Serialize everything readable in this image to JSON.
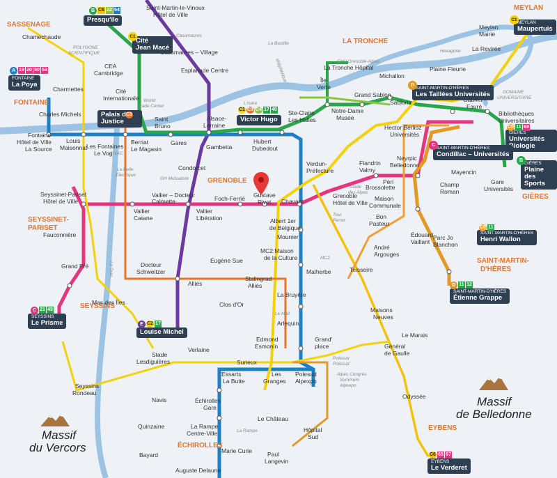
{
  "colors": {
    "A": "#1d7fc4",
    "B": "#2aa64a",
    "C": "#e5357f",
    "D": "#e39a25",
    "E": "#6b3aa0",
    "C1": "#f5d10a",
    "C3": "#e8752a",
    "C4": "#8cc63f",
    "C5": "#f0a030",
    "C6": "#f4c20d",
    "water": "#9cc3e3",
    "land": "#eef1f6",
    "tagbg": "#2f3f52"
  },
  "communes": [
    {
      "id": "sassenage",
      "text": "SASSENAGE"
    },
    {
      "id": "la-tronche",
      "text": "LA TRONCHE"
    },
    {
      "id": "meylan",
      "text": "MEYLAN"
    },
    {
      "id": "fontaine",
      "text": "FONTAINE"
    },
    {
      "id": "grenoble",
      "text": "GRENOBLE"
    },
    {
      "id": "seyssinet",
      "text": "SEYSSINET-\nPARISET"
    },
    {
      "id": "seyssins",
      "text": "SEYSSINS"
    },
    {
      "id": "saint-martin-dheres",
      "text": "SAINT-MARTIN-\nD'HÈRES"
    },
    {
      "id": "gieres",
      "text": "GIÈRES"
    },
    {
      "id": "echirolles",
      "text": "ÉCHIROLLES"
    },
    {
      "id": "eybens",
      "text": "EYBENS"
    }
  ],
  "massifs": [
    {
      "id": "vercors",
      "line1": "Massif",
      "line2": "du Vercors"
    },
    {
      "id": "belledonne",
      "line1": "Massif",
      "line2": "de Belledonne"
    }
  ],
  "terminus": [
    {
      "id": "presquile",
      "line": "B",
      "codes": [
        "C6",
        "22",
        "54"
      ],
      "sub": "",
      "name": "Presqu'île"
    },
    {
      "id": "jean-mace",
      "line": "C1",
      "codes": [],
      "sub": "Cité",
      "name": "Jean Macé"
    },
    {
      "id": "la-poya",
      "line": "A",
      "codes": [
        "19",
        "20",
        "50",
        "53"
      ],
      "sub": "FONTAINE",
      "name": "La Poya"
    },
    {
      "id": "meylan-maupertuis",
      "line": "C1",
      "codes": [],
      "sub": "MEYLAN",
      "name": "Maupertuis"
    },
    {
      "id": "palais-justice",
      "line": "",
      "codes": [
        "C3"
      ],
      "sub": "",
      "name": "Palais de Justice"
    },
    {
      "id": "victor-hugo",
      "line": "",
      "codes": [
        "C1",
        "C3",
        "C4",
        "17",
        "40"
      ],
      "sub": "",
      "name": "Victor Hugo"
    },
    {
      "id": "taillees",
      "line": "D",
      "codes": [],
      "sub": "SAINT-MARTIN-D'HÈRES",
      "name": "Les Taillées Universités"
    },
    {
      "id": "universites-biologie",
      "line": "",
      "codes": [
        "C5",
        "11",
        "69"
      ],
      "sub": "GIÈRES",
      "name": "Universités Biologie"
    },
    {
      "id": "condillac",
      "line": "C",
      "codes": [],
      "sub": "SAINT-MARTIN-D'HÈRES",
      "name": "Condillac – Universités"
    },
    {
      "id": "plaine-sports",
      "line": "B",
      "codes": [],
      "sub": "GIÈRES",
      "name": "Plaine des Sports"
    },
    {
      "id": "henri-wallon",
      "line": "",
      "codes": [
        "C5",
        "11"
      ],
      "sub": "SAINT-MARTIN-D'HÈRES",
      "name": "Henri Wallon"
    },
    {
      "id": "etienne-grappe",
      "line": "D",
      "codes": [
        "11",
        "12"
      ],
      "sub": "SAINT-MARTIN-D'HÈRES",
      "name": "Étienne Grappe"
    },
    {
      "id": "le-prisme",
      "line": "C",
      "codes": [
        "21",
        "49"
      ],
      "sub": "SEYSSINS",
      "name": "Le Prisme"
    },
    {
      "id": "louise-michel",
      "line": "E",
      "codes": [
        "C2",
        "17"
      ],
      "sub": "",
      "name": "Louise Michel"
    },
    {
      "id": "le-verderet",
      "line": "",
      "codes": [
        "C6",
        "65",
        "67"
      ],
      "sub": "EYBENS",
      "name": "Le Verderet"
    }
  ],
  "stations": [
    {
      "id": "s1",
      "text": "Saint-Martin-le-Vinoux"
    },
    {
      "id": "s2",
      "text": "Hôtel de Ville"
    },
    {
      "id": "s3",
      "text": "Chamechaude"
    },
    {
      "id": "s4",
      "text": "POLYGONE"
    },
    {
      "id": "s5",
      "text": "SCIENTIFIQUE"
    },
    {
      "id": "s6",
      "text": "CEA"
    },
    {
      "id": "s7",
      "text": "Cambridge"
    },
    {
      "id": "s8",
      "text": "Casamaures"
    },
    {
      "id": "s9",
      "text": "Casamaures – Village"
    },
    {
      "id": "s10",
      "text": "Esplanade Centre"
    },
    {
      "id": "s11",
      "text": "La Bastille"
    },
    {
      "id": "s12",
      "text": "Charmettes"
    },
    {
      "id": "s13",
      "text": "Cité"
    },
    {
      "id": "s14",
      "text": "Internationale"
    },
    {
      "id": "s15",
      "text": "Charles Michels"
    },
    {
      "id": "s16",
      "text": "Fontaine"
    },
    {
      "id": "s17",
      "text": "Hôtel de Ville"
    },
    {
      "id": "s18",
      "text": "La Source"
    },
    {
      "id": "s19",
      "text": "Louis"
    },
    {
      "id": "s20",
      "text": "Maisonnat"
    },
    {
      "id": "s21",
      "text": "Les Fontaines"
    },
    {
      "id": "s22",
      "text": "Le Vog"
    },
    {
      "id": "s23",
      "text": "Berriat"
    },
    {
      "id": "s24",
      "text": "Le Magasin"
    },
    {
      "id": "s25",
      "text": "Saint"
    },
    {
      "id": "s26",
      "text": "Bruno"
    },
    {
      "id": "s27",
      "text": "Gares"
    },
    {
      "id": "s28",
      "text": "Alsace-"
    },
    {
      "id": "s29",
      "text": "Lorraine"
    },
    {
      "id": "s30",
      "text": "Gambetta"
    },
    {
      "id": "s31",
      "text": "Hubert"
    },
    {
      "id": "s32",
      "text": "Dubedout"
    },
    {
      "id": "s33",
      "text": "Ste-Claire"
    },
    {
      "id": "s34",
      "text": "Les Halles"
    },
    {
      "id": "s35",
      "text": "Île"
    },
    {
      "id": "s36",
      "text": "Verte"
    },
    {
      "id": "s37",
      "text": "La Tronche Hôpital"
    },
    {
      "id": "s38",
      "text": "CHU Grenoble-Alpes"
    },
    {
      "id": "s39",
      "text": "Notre-Dame"
    },
    {
      "id": "s40",
      "text": "Musée"
    },
    {
      "id": "s41",
      "text": "Michallon"
    },
    {
      "id": "s42",
      "text": "Grand Sablon"
    },
    {
      "id": "s43",
      "text": "Sablons"
    },
    {
      "id": "s44",
      "text": "Plaine Fleurie"
    },
    {
      "id": "s45",
      "text": "La Revirée"
    },
    {
      "id": "s46",
      "text": "Meylan"
    },
    {
      "id": "s47",
      "text": "Mairie"
    },
    {
      "id": "s48",
      "text": "Hexagone"
    },
    {
      "id": "s49",
      "text": "Gabriel"
    },
    {
      "id": "s50",
      "text": "Fauré"
    },
    {
      "id": "s51",
      "text": "DOMAINE"
    },
    {
      "id": "s52",
      "text": "UNIVERSITAIRE"
    },
    {
      "id": "s53",
      "text": "Bibliothèques"
    },
    {
      "id": "s54",
      "text": "Universitaires"
    },
    {
      "id": "s55",
      "text": "Hector Berlioz"
    },
    {
      "id": "s56",
      "text": "Universités"
    },
    {
      "id": "s57",
      "text": "Condorcet"
    },
    {
      "id": "s58",
      "text": "Vallier – Docteur"
    },
    {
      "id": "s59",
      "text": "Calmette"
    },
    {
      "id": "s60",
      "text": "Foch-Ferrié"
    },
    {
      "id": "s61",
      "text": "Gustave"
    },
    {
      "id": "s62",
      "text": "Rivet"
    },
    {
      "id": "s63",
      "text": "Chavant"
    },
    {
      "id": "s64",
      "text": "Verdun-"
    },
    {
      "id": "s65",
      "text": "Préfecture"
    },
    {
      "id": "s66",
      "text": "Flandrin"
    },
    {
      "id": "s67",
      "text": "Valmy"
    },
    {
      "id": "s68",
      "text": "Neyrpic"
    },
    {
      "id": "s69",
      "text": "Belledonne"
    },
    {
      "id": "s70",
      "text": "Péri"
    },
    {
      "id": "s71",
      "text": "Brossolette"
    },
    {
      "id": "s72",
      "text": "Mayencin"
    },
    {
      "id": "s73",
      "text": "Champ"
    },
    {
      "id": "s74",
      "text": "Roman"
    },
    {
      "id": "s75",
      "text": "Gare"
    },
    {
      "id": "s76",
      "text": "Universités"
    },
    {
      "id": "s77",
      "text": "Seyssinet-Pariset"
    },
    {
      "id": "s78",
      "text": "Hôtel de Ville"
    },
    {
      "id": "s79",
      "text": "Vallier"
    },
    {
      "id": "s80",
      "text": "Catane"
    },
    {
      "id": "s81",
      "text": "Vallier"
    },
    {
      "id": "s82",
      "text": "Libération"
    },
    {
      "id": "s83",
      "text": "Albert 1er"
    },
    {
      "id": "s84",
      "text": "de Belgique"
    },
    {
      "id": "s85",
      "text": "Grenoble"
    },
    {
      "id": "s86",
      "text": "Hôtel de Ville"
    },
    {
      "id": "s87",
      "text": "Stade"
    },
    {
      "id": "s88",
      "text": "des Alpes"
    },
    {
      "id": "s89",
      "text": "Tour"
    },
    {
      "id": "s90",
      "text": "Perret"
    },
    {
      "id": "s91",
      "text": "Maison"
    },
    {
      "id": "s92",
      "text": "Communale"
    },
    {
      "id": "s93",
      "text": "Bon"
    },
    {
      "id": "s94",
      "text": "Pasteur"
    },
    {
      "id": "s95",
      "text": "Mounier"
    },
    {
      "id": "s96",
      "text": "MC2:Maison"
    },
    {
      "id": "s97",
      "text": "de la Culture"
    },
    {
      "id": "s98",
      "text": "MC2"
    },
    {
      "id": "s99",
      "text": "Fauconnière"
    },
    {
      "id": "s100",
      "text": "Grand Pré"
    },
    {
      "id": "s101",
      "text": "Docteur"
    },
    {
      "id": "s102",
      "text": "Schweitzer"
    },
    {
      "id": "s103",
      "text": "Eugène Sue"
    },
    {
      "id": "s104",
      "text": "Malherbe"
    },
    {
      "id": "s105",
      "text": "Teisseire"
    },
    {
      "id": "s106",
      "text": "Édouard"
    },
    {
      "id": "s107",
      "text": "Vaillant"
    },
    {
      "id": "s108",
      "text": "André"
    },
    {
      "id": "s109",
      "text": "Argouges"
    },
    {
      "id": "s110",
      "text": "Parc Jo"
    },
    {
      "id": "s111",
      "text": "Blanchon"
    },
    {
      "id": "s112",
      "text": "Alliés"
    },
    {
      "id": "s113",
      "text": "Stalingrad"
    },
    {
      "id": "s114",
      "text": "Alliés"
    },
    {
      "id": "s115",
      "text": "Mas des Îles"
    },
    {
      "id": "s116",
      "text": "Clos d'Or"
    },
    {
      "id": "s117",
      "text": "La Bruyère"
    },
    {
      "id": "s118",
      "text": "Le Mail"
    },
    {
      "id": "s119",
      "text": "Arlequin"
    },
    {
      "id": "s120",
      "text": "Maisons"
    },
    {
      "id": "s121",
      "text": "Neuves"
    },
    {
      "id": "s122",
      "text": "Le Marais"
    },
    {
      "id": "s123",
      "text": "Edmond"
    },
    {
      "id": "s124",
      "text": "Esmonin"
    },
    {
      "id": "s125",
      "text": "Grand'"
    },
    {
      "id": "s126",
      "text": "place"
    },
    {
      "id": "s127",
      "text": "Polesud"
    },
    {
      "id": "s128",
      "text": "Polesud"
    },
    {
      "id": "s129",
      "text": "Stade"
    },
    {
      "id": "s130",
      "text": "Lesdiguières"
    },
    {
      "id": "s131",
      "text": "Verlaine"
    },
    {
      "id": "s132",
      "text": "Surieux"
    },
    {
      "id": "s133",
      "text": "Essarts"
    },
    {
      "id": "s134",
      "text": "La Butte"
    },
    {
      "id": "s135",
      "text": "Les"
    },
    {
      "id": "s136",
      "text": "Granges"
    },
    {
      "id": "s137",
      "text": "Polesud"
    },
    {
      "id": "s138",
      "text": "Alpexpo"
    },
    {
      "id": "s139",
      "text": "Général"
    },
    {
      "id": "s140",
      "text": "de Gaulle"
    },
    {
      "id": "s141",
      "text": "Alpes Congrès"
    },
    {
      "id": "s142",
      "text": "Summum"
    },
    {
      "id": "s143",
      "text": "Alpexpo"
    },
    {
      "id": "s144",
      "text": "Seyssins"
    },
    {
      "id": "s145",
      "text": "Rondeau"
    },
    {
      "id": "s146",
      "text": "Navis"
    },
    {
      "id": "s147",
      "text": "Échirolles"
    },
    {
      "id": "s148",
      "text": "Gare"
    },
    {
      "id": "s149",
      "text": "La Rampe"
    },
    {
      "id": "s150",
      "text": "Centre-Ville"
    },
    {
      "id": "s151",
      "text": "La Rampe"
    },
    {
      "id": "s152",
      "text": "Le Château"
    },
    {
      "id": "s153",
      "text": "Odyssée"
    },
    {
      "id": "s154",
      "text": "Quinzaine"
    },
    {
      "id": "s155",
      "text": "Hôpital"
    },
    {
      "id": "s156",
      "text": "Sud"
    },
    {
      "id": "s157",
      "text": "Bayard"
    },
    {
      "id": "s158",
      "text": "Marie Curie"
    },
    {
      "id": "s159",
      "text": "Paul"
    },
    {
      "id": "s160",
      "text": "Langevin"
    },
    {
      "id": "s161",
      "text": "Auguste Delaune"
    },
    {
      "id": "s162",
      "text": "World"
    },
    {
      "id": "s163",
      "text": "Trade Center"
    },
    {
      "id": "s164",
      "text": "CNAC"
    },
    {
      "id": "s165",
      "text": "La Belle"
    },
    {
      "id": "s166",
      "text": "Électrique"
    },
    {
      "id": "s167",
      "text": "GH Mutualiste"
    },
    {
      "id": "s168",
      "text": "L'Isère"
    },
    {
      "id": "s169",
      "text": "Le Drac"
    },
    {
      "id": "s170",
      "text": "téléphérique"
    }
  ]
}
